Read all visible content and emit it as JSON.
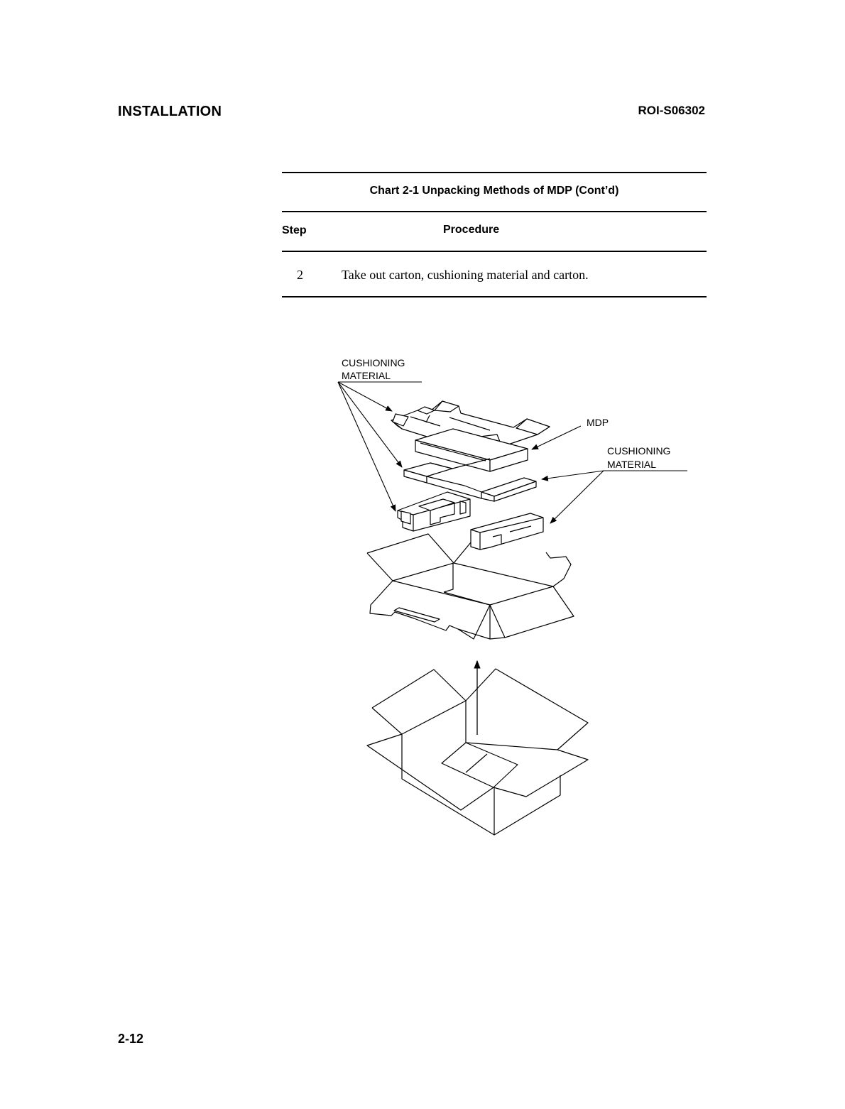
{
  "header": {
    "section": "INSTALLATION",
    "doc_id": "ROI-S06302"
  },
  "chart": {
    "title": "Chart 2-1 Unpacking Methods of MDP (Cont’d)",
    "col_step": "Step",
    "col_procedure": "Procedure",
    "rows": [
      {
        "step": "2",
        "procedure": "Take out carton, cushioning material and carton."
      }
    ]
  },
  "figure": {
    "label_cushioning_left_1": "CUSHIONING",
    "label_cushioning_left_2": "MATERIAL",
    "label_mdp": "MDP",
    "label_cushioning_right_1": "CUSHIONING",
    "label_cushioning_right_2": "MATERIAL"
  },
  "footer": {
    "page_number": "2-12"
  }
}
